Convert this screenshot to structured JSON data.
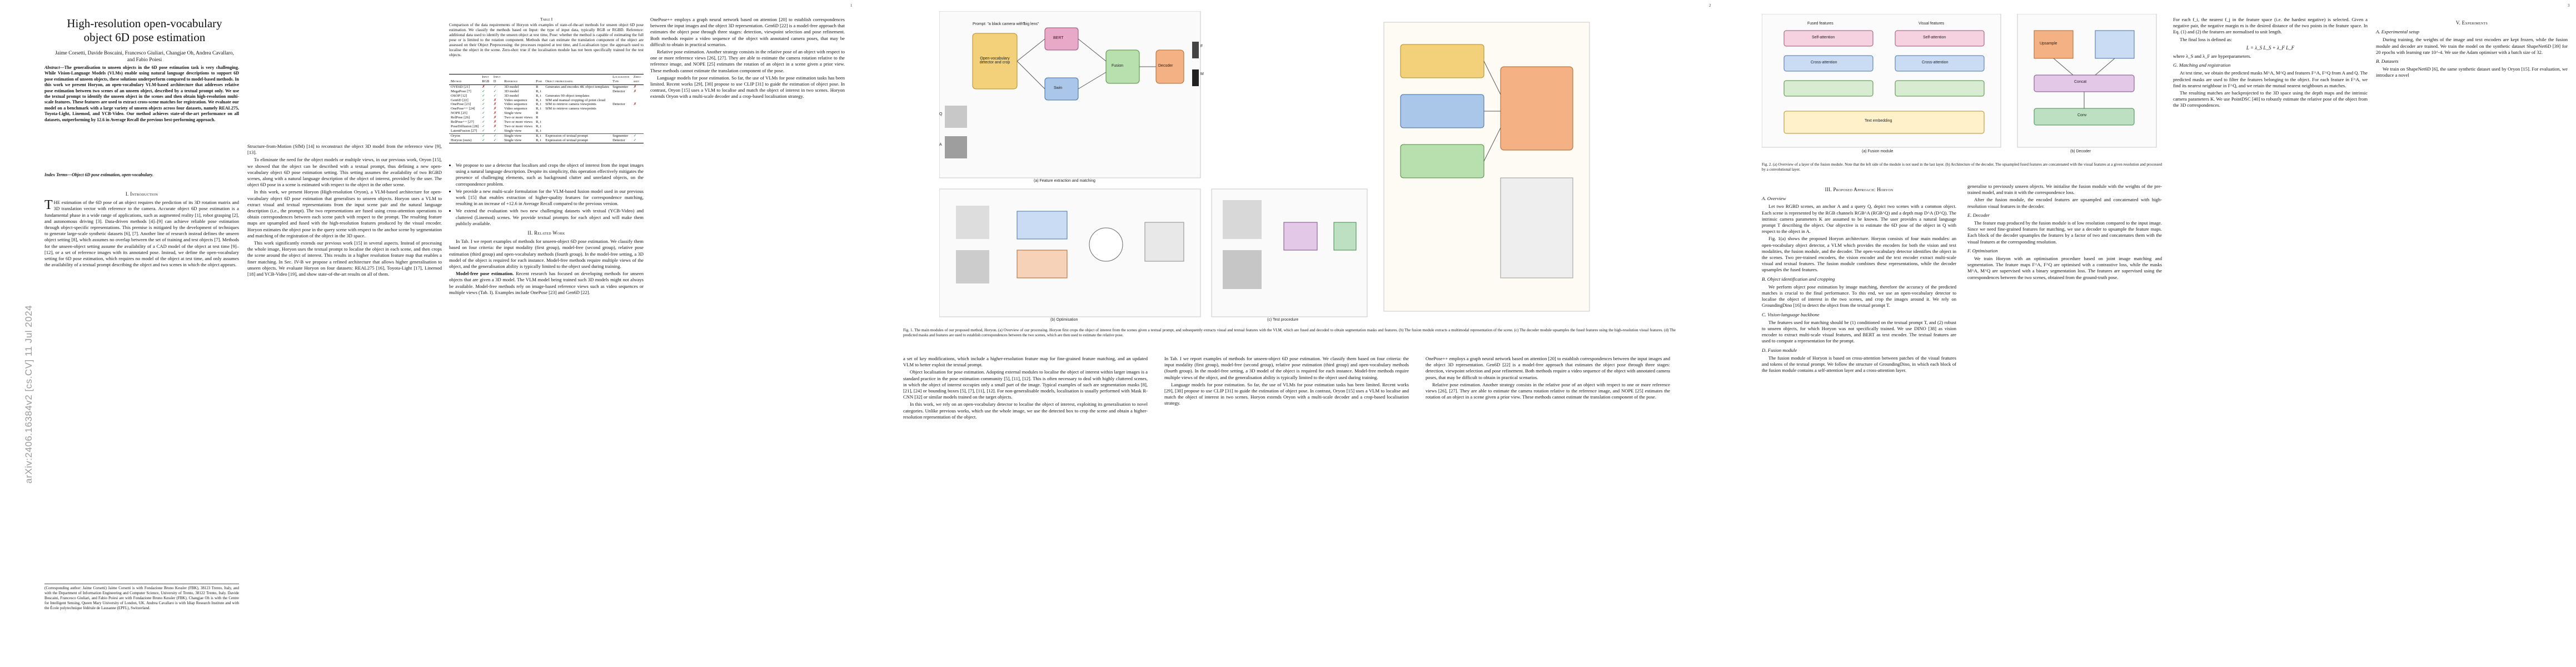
{
  "pages": {
    "p1_num": "1",
    "p2_num": "2",
    "p3_num": "3"
  },
  "arxiv_stamp": "arXiv:2406.16384v2  [cs.CV]  11 Jul 2024",
  "title": "High-resolution open-vocabulary object 6D pose estimation",
  "authors": "Jaime Corsetti, Davide Boscaini, Francesco Giuliari, Changjae Oh, Andrea Cavallaro, and Fabio Poiesi",
  "abstract_label": "Abstract",
  "abstract_text": "—The generalisation to unseen objects in the 6D pose estimation task is very challenging. While Vision-Language Models (VLMs) enable using natural language descriptions to support 6D pose estimation of unseen objects, these solutions underperform compared to model-based methods. In this work we present Horyon, an open-vocabulary VLM-based architecture that addresses relative pose estimation between two scenes of an unseen object, described by a textual prompt only. We use the textual prompt to identify the unseen object in the scenes and then obtain high-resolution multi-scale features. These features are used to extract cross-scene matches for registration. We evaluate our model on a benchmark with a large variety of unseen objects across four datasets, namely REAL275, Toyota-Light, Linemod, and YCB-Video. Our method achieves state-of-the-art performance on all datasets, outperforming by 12.6 in Average Recall the previous best-performing approach.",
  "index_terms": "Index Terms—Object 6D pose estimation, open-vocabulary.",
  "intro_heading": "I. Introduction",
  "intro_p1": "HE estimation of the 6D pose of an object requires the prediction of its 3D rotation matrix and 3D translation vector with reference to the camera. Accurate object 6D pose estimation is a fundamental phase in a wide range of applications, such as augmented reality [1], robot grasping [2], and autonomous driving [3]. Data-driven methods [4]–[9] can achieve reliable pose estimation through object-specific representations. This premise is mitigated by the development of techniques to generate large-scale synthetic datasets [6], [7]. Another line of research instead defines the unseen object setting [8], which assumes no overlap between the set of training and test objects [7]. Methods for the unseen-object setting assume the availability of a CAD model of the object at test time [9]–[12], or a set of reference images with its annotated pose. Instead, we define the open-vocabulary setting for 6D pose estimation, which requires no model of the object at test time, and only assumes the availability of a textual prompt describing the object and two scenes in which the object appears.",
  "footnote_text": "(Corresponding author: Jaime Corsetti) Jaime Corsetti is with Fondazione Bruno Kessler (FBK), 38123 Trento, Italy, and with the Department of Information Engineering and Computer Science, University of Trento, 38122 Trento, Italy. Davide Boscaini, Francesco Giuliari, and Fabio Poiesi are with Fondazione Bruno Kessler (FBK). Changjae Oh is with the Centre for Intelligent Sensing, Queen Mary University of London, UK. Andrea Cavallaro is with Idiap Research Institute and with the École polytechnique fédérale de Lausanne (EPFL), Switzerland.",
  "p1_col2_text": [
    "Structure-from-Motion (SfM) [14] to reconstruct the object 3D model from the reference view [9], [13].",
    "To eliminate the need for the object models or multiple views, in our previous work, Oryon [15], we showed that the object can be described with a textual prompt, thus defining a new open-vocabulary object 6D pose estimation setting. This setting assumes the availability of two RGBD scenes, along with a natural language description of the object of interest, provided by the user. The object 6D pose in a scene is estimated with respect to the object in the other scene.",
    "In this work, we present Horyon (High-resolution Oryon), a VLM-based architecture for open-vocabulary object 6D pose estimation that generalises to unseen objects. Horyon uses a VLM to extract visual and textual representations from the input scene pair and the natural language description (i.e., the prompt). The two representations are fused using cross-attention operations to obtain correspondences between each scene patch with respect to the prompt. The resulting feature maps are upsampled and fused with the high-resolution features produced by the visual encoder. Horyon estimates the object pose in the query scene with respect to the anchor scene by segmentation and matching of the registration of the object in the 3D space.",
    "This work significantly extends our previous work [15] in several aspects. Instead of processing the whole image, Horyon uses the textual prompt to localise the object in each scene, and then crops the scene around the object of interest. This results in a higher resolution feature map that enables a finer matching. In Sec. IV-B we propose a refined architecture that allows higher generalisation to unseen objects. We evaluate Horyon on four datasets: REAL275 [16], Toyota-Light [17], Linemod [18] and YCB-Video [19], and show state-of-the-art results on all of them."
  ],
  "table": {
    "label": "Table I",
    "caption": "Comparison of the data requirements of Horyon with examples of state-of-the-art methods for unseen object 6D pose estimation. We classify the methods based on Input: the type of input data, typically RGB or RGBD. Reference: additional data used to identify the unseen object at test time, Pose: whether the method is capable of estimating the full pose or is limited to the rotation component. Methods that can estimate the translation component of the object are assessed on their Object Preprocessing: the processes required at test time, and Localisation type: the approach used to localise the object in the scene. Zero-shot: true if the localisation module has not been specifically trained for the test objects.",
    "headers": [
      "Method",
      "Input RGB",
      "Input D",
      "Reference",
      "Pose",
      "Object preprocessing",
      "Localisation Type",
      "Zero-shot"
    ],
    "rows": [
      [
        "OVE6D [21]",
        "✗",
        "✓",
        "3D model",
        "R",
        "Generates and encodes 4K object templates",
        "Segmenter",
        "✗"
      ],
      [
        "MegaPose [7]",
        "✓",
        "✓",
        "3D model",
        "R, t",
        "",
        "Detector",
        "✗"
      ],
      [
        "OSOP [12]",
        "✓",
        "✓",
        "3D model",
        "R, t",
        "Generates 90 object templates",
        "",
        ""
      ],
      [
        "Gen6D [22]",
        "✓",
        "✗",
        "Video sequence",
        "R, t",
        "SfM and manual cropping of point cloud",
        "",
        ""
      ],
      [
        "OnePose [23]",
        "✓",
        "✗",
        "Video sequence",
        "R, t",
        "SfM to retrieve camera viewpoints",
        "Detector",
        "✗"
      ],
      [
        "OnePose++ [24]",
        "✓",
        "✗",
        "Video sequence",
        "R, t",
        "SfM to retrieve camera viewpoints",
        "",
        ""
      ],
      [
        "NOPE [25]",
        "✓",
        "✗",
        "Single view",
        "R",
        "",
        "",
        ""
      ],
      [
        "RelPose [26]",
        "✓",
        "✗",
        "Two or more views",
        "R",
        "",
        "",
        ""
      ],
      [
        "RelPose++ [27]",
        "✓",
        "✗",
        "Two or more views",
        "R, t",
        "",
        "",
        ""
      ],
      [
        "PoseDiffusion [28]",
        "✓",
        "✗",
        "Two or more views",
        "R, t",
        "",
        "",
        ""
      ],
      [
        "LatentFusion [27]",
        "✓",
        "✓",
        "Single view",
        "R, t",
        "",
        "",
        ""
      ],
      [
        "Oryon",
        "✓",
        "✓",
        "Single view",
        "R, t",
        "Expression of textual prompt",
        "Segmenter",
        "✓"
      ],
      [
        "Horyon (ours)",
        "✓",
        "✓",
        "Single view",
        "R, t",
        "Expression of textual prompt",
        "Detector",
        "✓"
      ]
    ]
  },
  "contrib_items": [
    "We propose to use a detector that localises and crops the object of interest from the input images using a natural language description. Despite its simplicity, this operation effectively mitigates the presence of challenging elements, such as background clutter and unrelated objects, on the correspondence problem.",
    "We provide a new multi-scale formulation for the VLM-based fusion model used in our previous work [15] that enables extraction of higher-quality features for correspondence matching, resulting in an increase of +12.6 in Average Recall compared to the previous version.",
    "We extend the evaluation with two new challenging datasets with textual (YCB-Video) and cluttered (Linemod) scenes. We provide textual prompts for each object and will make them publicly available."
  ],
  "related_heading": "II. Related Work",
  "related_p1": "In Tab. I we report examples of methods for unseen-object 6D pose estimation. We classify them based on four criteria: the input modality (first group), model-free (second group), relative pose estimation (third group) and open-vocabulary methods (fourth group). In the model-free setting, a 3D model of the object is required for each instance. Model-free methods require multiple views of the object, and the generalisation ability is typically limited to the object used during training.",
  "related_sub1": "Model-free pose estimation.",
  "related_p2": "Recent research has focused on developing methods for unseen objects that are given a 3D model. The VLM model being trained such 3D models might not always be available. Model-free methods rely on image-based reference views such as video sequences or multiple views (Tab. I). Examples include OnePose [23] and Gen6D [22].",
  "p2_col2_text": [
    "OnePose++ employs a graph neural network based on attention [20] to establish correspondences between the input images and the object 3D representation. Gen6D [22] is a model-free approach that estimates the object pose through three stages: detection, viewpoint selection and pose refinement. Both methods require a video sequence of the object with annotated camera poses, that may be difficult to obtain in practical scenarios.",
    "Relative pose estimation. Another strategy consists in the relative pose of an object with respect to one or more reference views [26], [27]. They are able to estimate the camera rotation relative to the reference image, and NOPE [25] estimates the rotation of an object in a scene given a prior view. These methods cannot estimate the translation component of the pose.",
    "Language models for pose estimation. So far, the use of VLMs for pose estimation tasks has been limited. Recent works [29], [30] propose to use CLIP [31] to guide the estimation of object pose. In contrast, Oryon [15] uses a VLM to localise and match the object of interest in two scenes. Horyon extends Oryon with a multi-scale decoder and a crop-based localisation strategy."
  ],
  "p2_col3_text": [
    "a set of key modifications, which include a higher-resolution feature map for fine-grained feature matching, and an updated VLM to better exploit the textual prompt.",
    "Object localisation for pose estimation. Adopting external modules to localise the object of interest within larger images is a standard practice in the pose estimation community [5], [11], [12]. This is often necessary to deal with highly cluttered scenes, in which the object of interest occupies only a small part of the image. Typical examples of such are segmentation masks [8], [21], [24] or bounding boxes [5], [7], [11], [12]. For non-generalisable models, localisation is usually performed with Mask R-CNN [32] or similar models trained on the target objects.",
    "In this work, we rely on an open-vocabulary detector to localise the object of interest, exploiting its generalisation to novel categories. Unlike previous works, which use the whole image, we use the detected box to crop the scene and obtain a higher-resolution representation of the object."
  ],
  "fig1": {
    "caption": "Fig. 1. The main modules of our proposed method, Horyon. (a) Overview of our processing. Horyon first crops the object of interest from the scenes given a textual prompt, and subsequently extracts visual and textual features with the VLM, which are fused and decoded to obtain segmentation masks and features. (b) The fusion module extracts a multimodal representation of the scene. (c) The decoder module upsamples the fused features using the high-resolution visual features. (d) The predicted masks and features are used to establish correspondences between the two scenes, which are then used to estimate the relative pose.",
    "sub_a": "(a) Feature extraction and matching",
    "sub_b": "(b) Optimisation",
    "sub_c": "(c) Test procedure",
    "labels": {
      "prompt_title": "Prompt: \"a black camera with big lens\"",
      "vlm": "Open-vocabulary detector and crop",
      "bert": "BERT",
      "swin": "Swin",
      "fusion": "Fusion",
      "decoder": "Decoder",
      "q": "Q",
      "a": "A",
      "f": "F",
      "m": "M",
      "t": "T"
    }
  },
  "fig2": {
    "caption": "Fig. 2. (a) Overview of a layer of the fusion module. Note that the left side of the module is not used in the last layer. (b) Architecture of the decoder. The upsampled fused features are concatenated with the visual features at a given resolution and processed by a convolutional layer.",
    "sub_a": "(a) Fusion module",
    "sub_b": "(b) Decoder",
    "labels": {
      "fused_features": "Fused features",
      "visual_features": "Visual features",
      "text_embedding": "Text embedding",
      "self_attn": "Self-attention",
      "cross_attn": "Cross-attention",
      "conv": "Conv",
      "upsample": "Upsample",
      "concat": "Concat"
    }
  },
  "method_heading": "III. Proposed Approach: Horyon",
  "overview_heading": "A. Overview",
  "overview_text": "Let two RGBD scenes, an anchor A and a query Q, depict two scenes with a common object. Each scene is represented by the RGB channels RGB^A (RGB^Q) and a depth map D^A (D^Q). The intrinsic camera parameters K are assumed to be known. The user provides a natural language prompt T describing the object. Our objective is to estimate the 6D pose of the object in Q with respect to the object in A.",
  "p3_col1_text": [
    "Fig. 1(a) shows the proposed Horyon architecture. Horyon consists of four main modules: an open-vocabulary object detector, a VLM which provides the encoders for both the vision and text modalities, the fusion module, and the decoder. The open-vocabulary detector identifies the object in the scenes. Two pre-trained encoders, the vision encoder and the text encoder extract multi-scale visual and textual features. The fusion module combines these representations, while the decoder upsamples the fused features.",
    "B. Object identification and cropping",
    "We perform object pose estimation by image matching, therefore the accuracy of the predicted matches is crucial to the final performance. To this end, we use an open-vocabulary detector to localise the object of interest in the two scenes, and crop the images around it. We rely on GroundingDino [16] to detect the object from the textual prompt T.",
    "C. Vision-language backbone",
    "The features used for matching should be (1) conditioned on the textual prompt T, and (2) robust to unseen objects, for which Horyon was not specifically trained. We use DINO [38] as vision encoder to extract multi-scale visual features, and BERT as text encoder. The textual features are used to compute a representation for the prompt.",
    "D. Fusion module",
    "The fusion module of Horyon is based on cross-attention between patches of the visual features and tokens of the textual prompt. We follow the structure of GroundingDino, in which each block of the fusion module contains a self-attention layer and a cross-attention layer."
  ],
  "p3_col2_text": [
    "generalise to previously unseen objects. We initialise the fusion module with the weights of the pre-trained model, and train it with the correspondence loss.",
    "After the fusion module, the encoded features are upsampled and concatenated with high-resolution visual features in the decoder.",
    "E. Decoder",
    "The feature map produced by the fusion module is of low resolution compared to the input image. Since we need fine-grained features for matching, we use a decoder to upsample the feature maps. Each block of the decoder upsamples the features by a factor of two and concatenates them with the visual features at the corresponding resolution.",
    "F. Optimisation",
    "We train Horyon with an optimisation procedure based on joint image matching and segmentation. The feature maps F^A, F^Q are optimised with a contrastive loss, while the masks M^A, M^Q are supervised with a binary segmentation loss. The features are supervised using the correspondences between the two scenes, obtained from the ground-truth pose."
  ],
  "p3_col3_text": [
    "For each f_i, the nearest f_j in the feature space (i.e. the hardest negative) is selected. Given a negative pair, the negative margin m is the desired distance of the two points in the feature space. In Eq. (1) and (2) the features are normalised to unit length.",
    "The final loss is defined as:",
    "where λ_S and λ_F are hyperparameters.",
    "G. Matching and registration",
    "At test time, we obtain the predicted masks M^A, M^Q and features F^A, F^Q from A and Q. The predicted masks are used to filter the features belonging to the object. For each feature in F^A, we find its nearest neighbour in F^Q, and we retain the mutual nearest neighbours as matches.",
    "The resulting matches are backprojected to the 3D space using the depth maps and the intrinsic camera parameters K. We use PointDSC [40] to robustly estimate the relative pose of the object from the 3D correspondences.",
    "V. Experiments",
    "A. Experimental setup",
    "During training, the weights of the image and text encoders are kept frozen, while the fusion module and decoder are trained. We train the model on the synthetic dataset ShapeNet6D [39] for 20 epochs with learning rate 10^-4. We use the Adam optimiser with a batch size of 32.",
    "B. Datasets",
    "We train on ShapeNet6D [6], the same synthetic dataset used by Oryon [15]. For evaluation, we introduce a novel"
  ],
  "eq_loss": "L = λ_S L_S + λ_F L_F"
}
